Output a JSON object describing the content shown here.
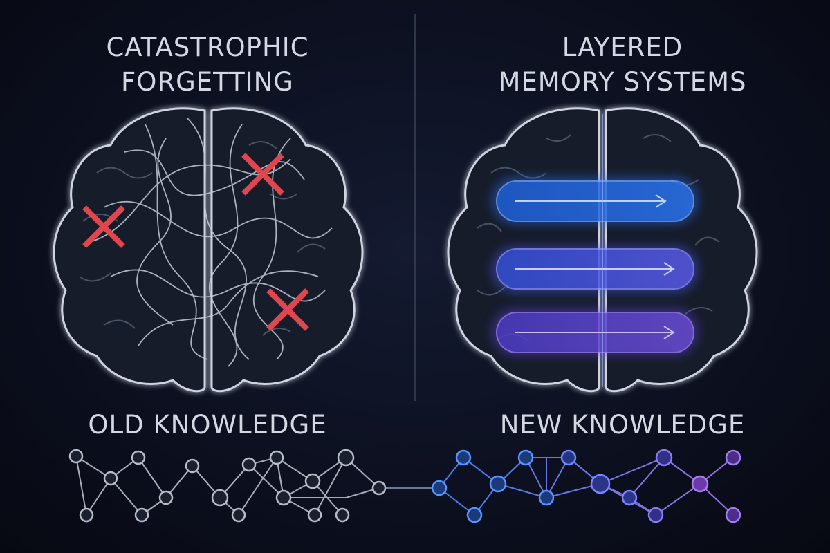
{
  "left_panel": {
    "title_line1": "CATASTROPHIC",
    "title_line2": "FORGETTING",
    "bottom_label": "OLD KNOWLEDGE"
  },
  "right_panel": {
    "title_line1": "LAYERED",
    "title_line2": "MEMORY SYSTEMS",
    "bottom_label": "NEW KNOWLEDGE"
  },
  "colors": {
    "background": "#0c1020",
    "brain_outline": "#cfd4e0",
    "forget_marks": "#e0464f",
    "layer_blue": "#2d6ee6",
    "layer_violet": "#6a4fe0",
    "network_old": "#a9adb8",
    "network_new_blue": "#4a86f0",
    "network_new_violet": "#9a6ee8"
  }
}
